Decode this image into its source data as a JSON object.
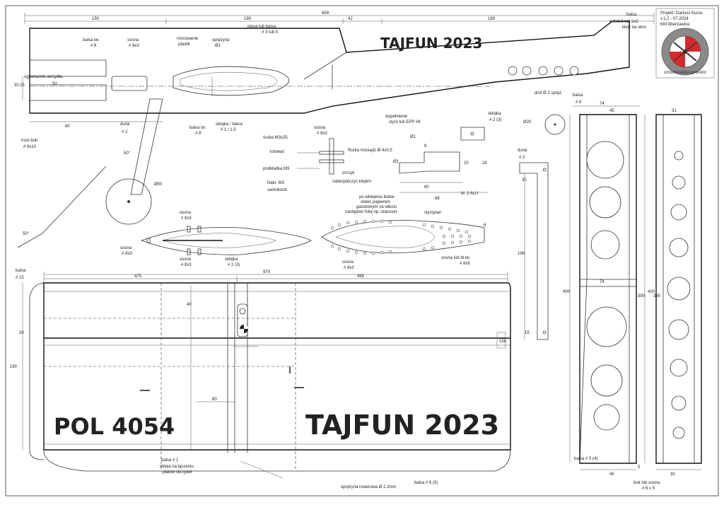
{
  "title_block": {
    "line1": "Projekt: Dariusz Kurus",
    "line2": "v.1.2 - 07.2024",
    "line3": "KM Wierzawice"
  },
  "logo": {
    "ring_text": "KLUB MODELARSKI IM. EUGENIUSZA KULIKA W WIERZAWICACH",
    "colors": {
      "red": "#d42a2a",
      "gray": "#8a8a8a"
    }
  },
  "fuselage": {
    "title": "TAJFUN 2023",
    "dims": {
      "total": "659",
      "d150": "150",
      "d190": "190",
      "d42": "42",
      "d189": "189",
      "d30": "30",
      "d25": "25",
      "d50": "50",
      "d80": "80",
      "d20": "20",
      "d50b": "Ø50",
      "d20b": "Ø20"
    },
    "angles": {
      "a50": "50°",
      "a50b": "50°"
    },
    "labels": {
      "balsa_tw": "balsa tw.",
      "balsa_tw_dim": "# 8",
      "sosna_top": "sosna",
      "sosna_top_dim": "# 8x3",
      "mocowanie": "mocowanie",
      "mocowanie2": "plastik",
      "sprezyna": "sprężyna",
      "sprezyna_dim": "Ø1",
      "plexa": "plexa lub balsa",
      "plexa_dim": "# 3 lub 4",
      "balsa_tail": "balsa",
      "balsa_tail_dim": "# 2x1.5 lub 2x2",
      "balsa_tail_dim2": "kleić na skos",
      "ogranicznik": "ogranicznik skrzydła",
      "durai": "durai",
      "durai_dim": "# 2",
      "roze_buk": "roze buk",
      "roze_buk_dim": "# 8x10",
      "balsa_tw2": "balsa tw.",
      "balsa_tw2_dim": "# 8",
      "sklejka_balsa": "sklejka / balsa",
      "sklejka_balsa_dim": "# 1 / 1.5",
      "wypelnienie": "wypełnienie",
      "wypelnienie_dim": "styro lub EPP #8",
      "drut": "drut Ø 2 spręż.",
      "balsa_fin": "balsa",
      "balsa_fin_dim": "# 8",
      "sosna_mid": "sosna",
      "sosna_mid_dim": "# 8x3",
      "sklejka_small": "sklejka",
      "sklejka_small_dim": "# 2 (3)",
      "sruba": "śruba M3x25",
      "lutowac": "lutować",
      "rurka": "Rurka mosiądz Ø 4x0,5",
      "podkladka": "podkładka M3",
      "orczyk": "orczyk",
      "zabezpieczyc": "zabezpieczyć klejem",
      "nakr": "Nakr. M3",
      "samokontr": "samokontr.",
      "bl_alu": "bl. 2 ALU",
      "d60": "60",
      "d68": "68",
      "d20c": "20",
      "d28": "28",
      "d8": "8",
      "d1": "Ø1",
      "d1b": "Ø1",
      "durai_right": "durai",
      "durai_right_dim": "# 2",
      "d30r": "30",
      "d198": "198",
      "d15": "15"
    }
  },
  "stab": {
    "labels": {
      "sosna_a": "sosna",
      "sosna_a_dim": "# 8x3",
      "sosna_b": "sosna",
      "sosna_b_dim": "# 8x3",
      "sosna_c": "sosna",
      "sosna_c_dim": "# 8x3",
      "sklejka": "sklejka",
      "sklejka_dim": "# 2 (3)",
      "po_wklejeniu1": "po wklejeniu listew",
      "po_wklejeniu2": "okleić papierem",
      "po_wklejeniu3": "gazetowym na wikolu",
      "po_wklejeniu4": "następnie folią np. oracover",
      "styropian": "styropian",
      "sosna_d": "sosna",
      "sosna_d_dim": "# 8x3",
      "sosna_e": "sosna lub bl.tw.",
      "sosna_e_dim": "# 8x6",
      "d6": "6"
    }
  },
  "wing": {
    "dims": {
      "total": "970",
      "left": "475",
      "right": "465",
      "d190": "190",
      "d20": "20",
      "d40": "40",
      "d80": "80",
      "d158": "158"
    },
    "labels": {
      "balsa15": "balsa",
      "balsa15_dim": "# 15",
      "balsa1": "balsa # 1",
      "okleja1": "okleja na łączeniu",
      "okleja2": "płatów skrzydeł",
      "balsa6": "balsa # 6 (5)",
      "sprezyna": "sprężyna rowerowa Ø 2.2mm"
    },
    "registration": "POL 4054",
    "title": "TAJFUN 2023"
  },
  "fin": {
    "dims": {
      "d74": "74",
      "d45": "45",
      "d74b": "74",
      "d400": "400",
      "d45b": "45",
      "d390": "390",
      "d400b": "400",
      "d390b": "390",
      "d31": "31",
      "d30": "30",
      "d5": "5"
    },
    "labels": {
      "balsa5": "balsa # 5 (4)",
      "buk": "buk lub sosna",
      "buk_dim": "# 6 x 5"
    }
  }
}
